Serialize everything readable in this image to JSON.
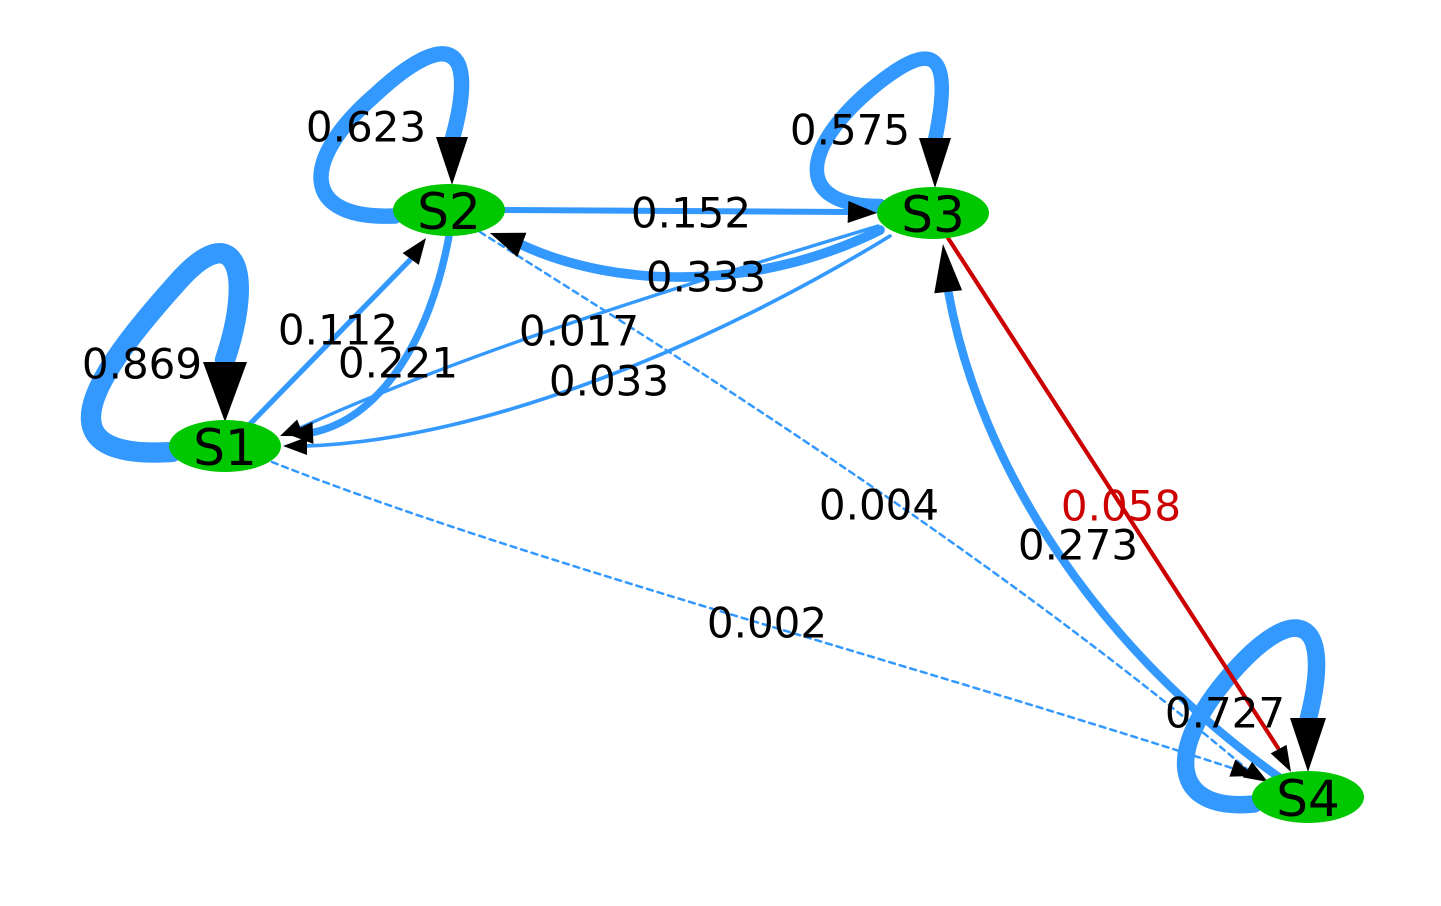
{
  "colors": {
    "node_fill": "#00c800",
    "edge_normal": "#3399ff",
    "edge_highlight": "#cc0000",
    "label_normal": "#000000",
    "label_highlight": "#cc0000",
    "arrowhead": "#000000"
  },
  "nodes": [
    {
      "id": "S1",
      "label": "S1"
    },
    {
      "id": "S2",
      "label": "S2"
    },
    {
      "id": "S3",
      "label": "S3"
    },
    {
      "id": "S4",
      "label": "S4"
    }
  ],
  "edges": [
    {
      "id": "S1-S1",
      "source": "S1",
      "target": "S1",
      "weight": 0.869,
      "label": "0.869",
      "style": "solid"
    },
    {
      "id": "S2-S2",
      "source": "S2",
      "target": "S2",
      "weight": 0.623,
      "label": "0.623",
      "style": "solid"
    },
    {
      "id": "S3-S3",
      "source": "S3",
      "target": "S3",
      "weight": 0.575,
      "label": "0.575",
      "style": "solid"
    },
    {
      "id": "S4-S4",
      "source": "S4",
      "target": "S4",
      "weight": 0.727,
      "label": "0.727",
      "style": "solid"
    },
    {
      "id": "S1-S2",
      "source": "S1",
      "target": "S2",
      "weight": 0.112,
      "label": "0.112",
      "style": "solid"
    },
    {
      "id": "S2-S1",
      "source": "S2",
      "target": "S1",
      "weight": 0.221,
      "label": "0.221",
      "style": "solid"
    },
    {
      "id": "S2-S3",
      "source": "S2",
      "target": "S3",
      "weight": 0.152,
      "label": "0.152",
      "style": "solid"
    },
    {
      "id": "S3-S2",
      "source": "S3",
      "target": "S2",
      "weight": 0.333,
      "label": "0.333",
      "style": "solid"
    },
    {
      "id": "S3-S1a",
      "source": "S3",
      "target": "S1",
      "weight": 0.017,
      "label": "0.017",
      "style": "solid"
    },
    {
      "id": "S3-S1b",
      "source": "S3",
      "target": "S1",
      "weight": 0.033,
      "label": "0.033",
      "style": "solid"
    },
    {
      "id": "S2-S4",
      "source": "S2",
      "target": "S4",
      "weight": 0.004,
      "label": "0.004",
      "style": "dotted"
    },
    {
      "id": "S1-S4",
      "source": "S1",
      "target": "S4",
      "weight": 0.002,
      "label": "0.002",
      "style": "dotted"
    },
    {
      "id": "S3-S4",
      "source": "S3",
      "target": "S4",
      "weight": 0.058,
      "label": "0.058",
      "style": "solid",
      "highlight": true
    },
    {
      "id": "S4-S3",
      "source": "S4",
      "target": "S3",
      "weight": 0.273,
      "label": "0.273",
      "style": "solid"
    }
  ]
}
